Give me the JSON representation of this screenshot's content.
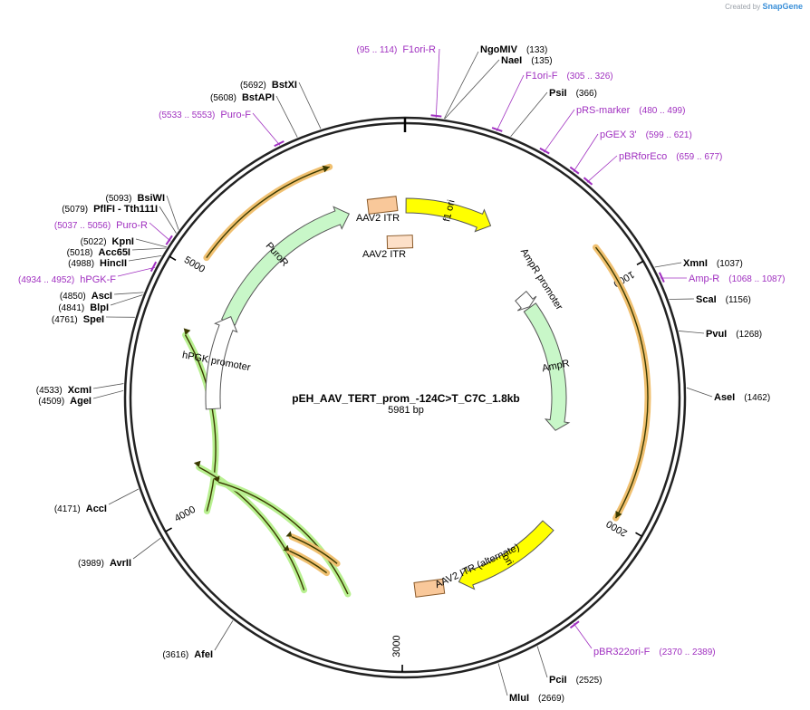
{
  "branding": {
    "created_by": "Created by",
    "app": "SnapGene"
  },
  "plasmid": {
    "name": "pEH_AAV_TERT_prom_-124C>T_C7C_1.8kb",
    "length_label": "5981 bp",
    "length": 5981
  },
  "ticks": [
    {
      "bp": 1000,
      "label": "1000"
    },
    {
      "bp": 2000,
      "label": "2000"
    },
    {
      "bp": 3000,
      "label": "3000"
    },
    {
      "bp": 4000,
      "label": "4000"
    },
    {
      "bp": 5000,
      "label": "5000"
    }
  ],
  "sites": [
    {
      "name": "NgoMIV",
      "pos": "(133)"
    },
    {
      "name": "NaeI",
      "pos": "(135)"
    },
    {
      "name": "PsiI",
      "pos": "(366)"
    },
    {
      "name": "XmnI",
      "pos": "(1037)"
    },
    {
      "name": "ScaI",
      "pos": "(1156)"
    },
    {
      "name": "PvuI",
      "pos": "(1268)"
    },
    {
      "name": "AseI",
      "pos": "(1462)"
    },
    {
      "name": "PciI",
      "pos": "(2525)"
    },
    {
      "name": "MluI",
      "pos": "(2669)"
    },
    {
      "name": "AfeI",
      "pos": "(3616)"
    },
    {
      "name": "AvrII",
      "pos": "(3989)"
    },
    {
      "name": "AccI",
      "pos": "(4171)"
    },
    {
      "name": "AgeI",
      "pos": "(4509)"
    },
    {
      "name": "XcmI",
      "pos": "(4533)"
    },
    {
      "name": "SpeI",
      "pos": "(4761)"
    },
    {
      "name": "BlpI",
      "pos": "(4841)"
    },
    {
      "name": "AscI",
      "pos": "(4850)"
    },
    {
      "name": "HincII",
      "pos": "(4988)"
    },
    {
      "name": "Acc65I",
      "pos": "(5018)"
    },
    {
      "name": "KpnI",
      "pos": "(5022)"
    },
    {
      "name": "PflFI - Tth111I",
      "pos": "(5079)"
    },
    {
      "name": "BsiWI",
      "pos": "(5093)"
    },
    {
      "name": "BstAPI",
      "pos": "(5608)"
    },
    {
      "name": "BstXI",
      "pos": "(5692)"
    }
  ],
  "primers": [
    {
      "name": "F1ori-R",
      "pos": "(95 .. 114)"
    },
    {
      "name": "F1ori-F",
      "pos": "(305 .. 326)"
    },
    {
      "name": "pRS-marker",
      "pos": "(480 .. 499)"
    },
    {
      "name": "pGEX 3'",
      "pos": "(599 .. 621)"
    },
    {
      "name": "pBRforEco",
      "pos": "(659 .. 677)"
    },
    {
      "name": "Amp-R",
      "pos": "(1068 .. 1087)"
    },
    {
      "name": "pBR322ori-F",
      "pos": "(2370 .. 2389)"
    },
    {
      "name": "hPGK-F",
      "pos": "(4934 .. 4952)"
    },
    {
      "name": "Puro-R",
      "pos": "(5037 .. 5056)"
    },
    {
      "name": "Puro-F",
      "pos": "(5533 .. 5553)"
    }
  ],
  "features": [
    {
      "name": "AAV2 ITR"
    },
    {
      "name": "AAV2 ITR"
    },
    {
      "name": "f1 ori"
    },
    {
      "name": "AmpR promoter"
    },
    {
      "name": "AmpR"
    },
    {
      "name": "ori"
    },
    {
      "name": "AAV2 ITR (alternate)"
    },
    {
      "name": "PuroR"
    },
    {
      "name": "hPGK promoter"
    }
  ],
  "colors": {
    "primer": "#a030c0",
    "yellow_feature": "#ffff00",
    "green_feature": "#c8f7c8",
    "orange_feature": "#f9c89a",
    "orf_orange": "#f0c070",
    "orf_green": "#b8f090"
  }
}
